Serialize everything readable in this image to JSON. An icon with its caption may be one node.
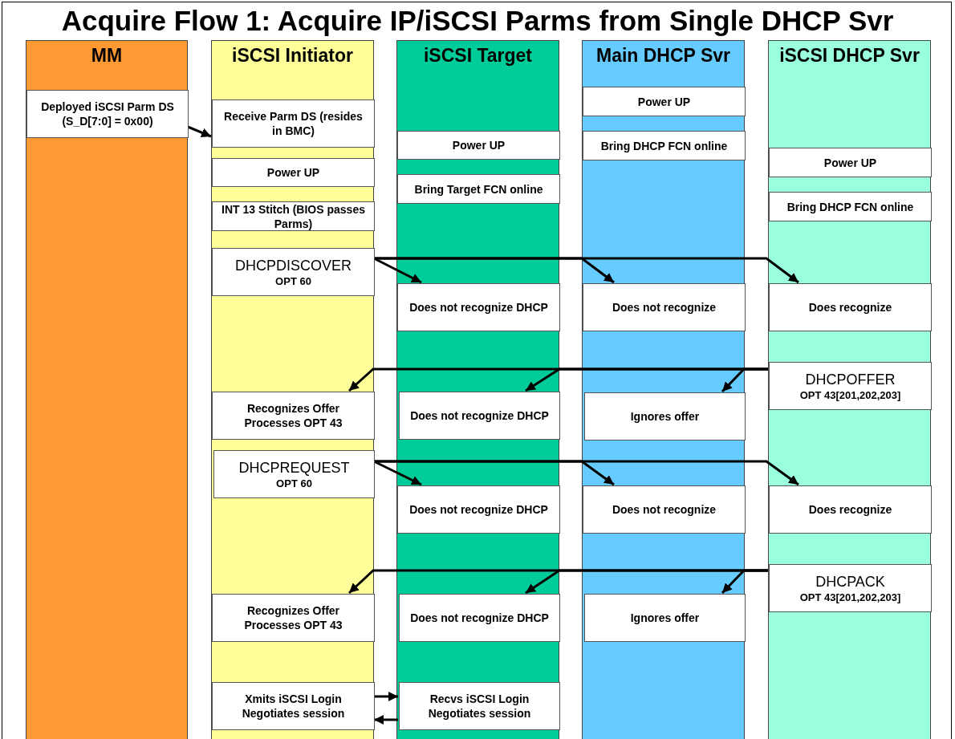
{
  "diagram": {
    "title": "Acquire Flow 1: Acquire IP/iSCSI Parms from Single  DHCP Svr",
    "nodes": [
      {
        "text": [
          "MM"
        ]
      },
      {
        "text": [
          "Deployed iSCSI Parm DS (S_D[7:0] = 0x00)"
        ],
        "in": 0
      },
      {
        "text": [
          "iSCSI Initiator"
        ]
      },
      {
        "text": [
          "Receive Parm DS (resides in BMC)"
        ],
        "in": 2
      },
      {
        "text": [
          "Power UP"
        ],
        "in": 2
      },
      {
        "text": [
          "INT 13 Stitch (BIOS passes Parms)"
        ],
        "in": 2
      },
      {
        "text": [
          "DHCPDISCOVER",
          "OPT 60"
        ],
        "in": 2
      },
      {
        "text": [
          "Recognizes Offer Processes OPT 43"
        ],
        "in": 2
      },
      {
        "text": [
          "DHCPREQUEST",
          "OPT 60"
        ],
        "in": 2
      },
      {
        "text": [
          "Recognizes Offer Processes OPT 43"
        ],
        "in": 2
      },
      {
        "text": [
          "Xmits iSCSI Login Negotiates session"
        ],
        "in": 2
      },
      {
        "text": [
          "iSCSI Target"
        ]
      },
      {
        "text": [
          "Power UP"
        ],
        "in": 11
      },
      {
        "text": [
          "Bring Target FCN online"
        ],
        "in": 11
      },
      {
        "text": [
          "Does not recognize DHCP"
        ],
        "in": 11
      },
      {
        "text": [
          "Does not recognize DHCP"
        ],
        "in": 11
      },
      {
        "text": [
          "Does not recognize DHCP"
        ],
        "in": 11
      },
      {
        "text": [
          "Does not recognize DHCP"
        ],
        "in": 11
      },
      {
        "text": [
          "Recvs iSCSI Login Negotiates session"
        ],
        "in": 11
      },
      {
        "text": [
          "Main DHCP Svr"
        ]
      },
      {
        "text": [
          "Power UP"
        ],
        "in": 19
      },
      {
        "text": [
          "Bring DHCP FCN online"
        ],
        "in": 19
      },
      {
        "text": [
          "Does not recognize"
        ],
        "in": 19
      },
      {
        "text": [
          "Ignores offer"
        ],
        "in": 19
      },
      {
        "text": [
          "Does not recognize"
        ],
        "in": 19
      },
      {
        "text": [
          "Ignores offer"
        ],
        "in": 19
      },
      {
        "text": [
          "iSCSI DHCP Svr"
        ]
      },
      {
        "text": [
          "Power UP"
        ],
        "in": 26
      },
      {
        "text": [
          "Bring DHCP FCN online"
        ],
        "in": 26
      },
      {
        "text": [
          "Does recognize"
        ],
        "in": 26
      },
      {
        "text": [
          "DHCPOFFER",
          "OPT 43[201,202,203]"
        ],
        "in": 26
      },
      {
        "text": [
          "Does recognize"
        ],
        "in": 26
      },
      {
        "text": [
          "DHCPACK",
          "OPT 43[201,202,203]"
        ],
        "in": 26
      }
    ],
    "edges": [
      {
        "from": 1,
        "to": 3,
        "arrow": "to"
      },
      {
        "from": 6,
        "to": 14,
        "arrow": "to"
      },
      {
        "from": 6,
        "to": 22,
        "arrow": "to"
      },
      {
        "from": 6,
        "to": 29,
        "arrow": "to"
      },
      {
        "from": 30,
        "to": 23,
        "arrow": "to"
      },
      {
        "from": 30,
        "to": 15,
        "arrow": "to"
      },
      {
        "from": 30,
        "to": 7,
        "arrow": "to"
      },
      {
        "from": 8,
        "to": 16,
        "arrow": "to"
      },
      {
        "from": 8,
        "to": 24,
        "arrow": "to"
      },
      {
        "from": 8,
        "to": 31,
        "arrow": "to"
      },
      {
        "from": 32,
        "to": 25,
        "arrow": "to"
      },
      {
        "from": 32,
        "to": 17,
        "arrow": "to"
      },
      {
        "from": 32,
        "to": 9,
        "arrow": "to"
      },
      {
        "from": 10,
        "to": 18,
        "arrow": "to"
      },
      {
        "from": 18,
        "to": 10,
        "arrow": "to"
      }
    ]
  }
}
